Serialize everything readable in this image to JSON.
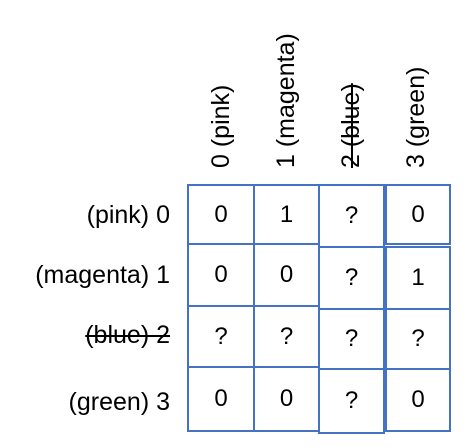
{
  "columns": [
    {
      "label": "0 (pink)",
      "struck": false
    },
    {
      "label": "1 (magenta)",
      "struck": false
    },
    {
      "label": "2 (blue)",
      "struck": true
    },
    {
      "label": "3 (green)",
      "struck": false
    }
  ],
  "rows": [
    {
      "label": "(pink) 0",
      "struck": false
    },
    {
      "label": "(magenta) 1",
      "struck": false
    },
    {
      "label": "(blue) 2",
      "struck": true
    },
    {
      "label": "(green) 3",
      "struck": false
    }
  ],
  "matrix": [
    [
      "0",
      "1",
      "?",
      "0"
    ],
    [
      "0",
      "0",
      "?",
      "1"
    ],
    [
      "?",
      "?",
      "?",
      "?"
    ],
    [
      "0",
      "0",
      "?",
      "0"
    ]
  ],
  "colors": {
    "grid_border": "#4472C4",
    "text": "#000000"
  }
}
